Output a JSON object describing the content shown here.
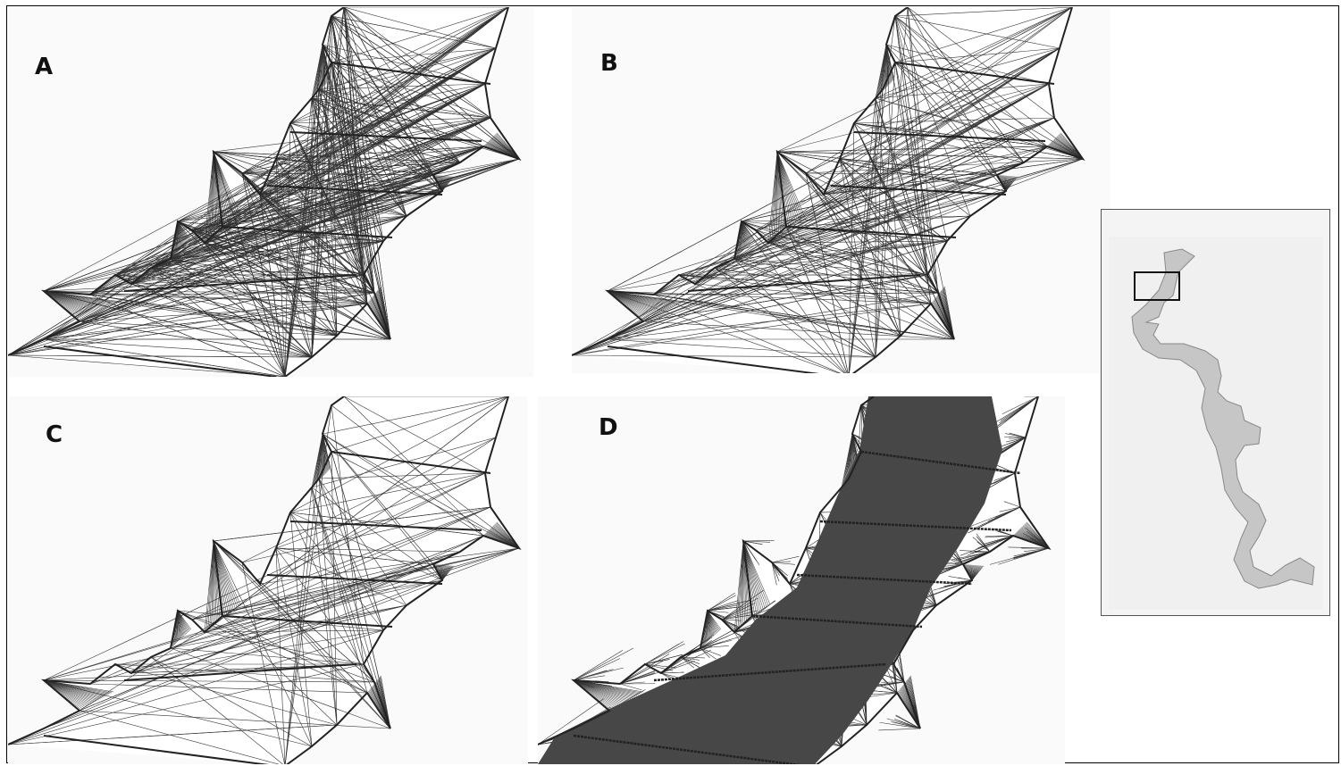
{
  "panels": [
    {
      "label": "A",
      "style": "dense-mesh"
    },
    {
      "label": "B",
      "style": "medium-mesh"
    },
    {
      "label": "C",
      "style": "coarse-mesh"
    },
    {
      "label": "D",
      "style": "filled-channel"
    }
  ],
  "inset": {
    "style": "overview-map-with-extent-box"
  },
  "colors": {
    "background": "#fafafa",
    "outline": "#222222",
    "mesh": "#333333",
    "channel_fill": "#474747",
    "inset_fill": "#c6c6c6",
    "frame": "#000000"
  }
}
